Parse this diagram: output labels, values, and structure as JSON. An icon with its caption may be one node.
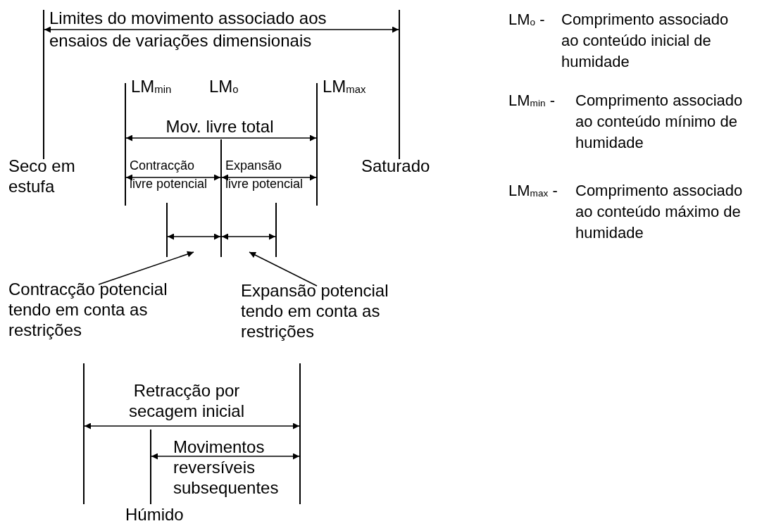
{
  "diagram": {
    "nodes": [
      {
        "text": [
          "Contracção potencial tendo em conta as restrições"
        ]
      },
      {
        "text": [
          "Expansão potencial tendo em conta as restrições"
        ]
      }
    ],
    "edges": [
      {
        "from": 0,
        "to": null,
        "arrow": "to"
      },
      {
        "from": 1,
        "to": null,
        "arrow": "to"
      }
    ],
    "labels": [
      "Limites do movimento associado aos ensaios de variações dimensionais",
      "LM$_{min}$",
      "LM$_{o}$",
      "LM$_{max}$",
      "Mov. livre total",
      "Seco em estufa",
      "Contracção livre potencial",
      "Expansão livre potencial",
      "Saturado",
      "Retracção por secagem inicial",
      "Movimentos reversíveis subsequentes",
      "Húmido",
      "LM$_{o}$ -",
      "Comprimento associado ao conteúdo inicial de humidade",
      "LM$_{min}$ -",
      "Comprimento associado ao conteúdo mínimo de humidade",
      "LM$_{max}$ -",
      "Comprimento associado ao conteúdo máximo de humidade"
    ]
  }
}
